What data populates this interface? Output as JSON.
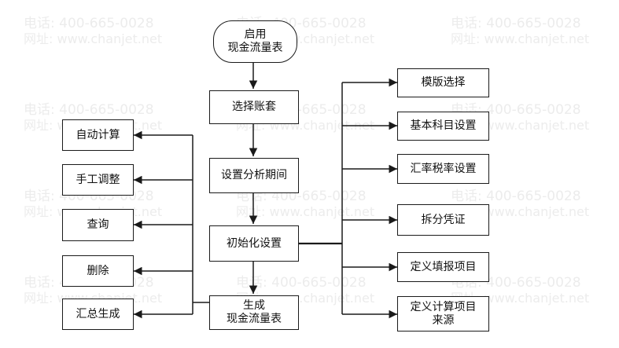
{
  "watermark": {
    "line1": "电话: 400-665-0028",
    "line2": "网址: www.chanjet.net"
  },
  "flow": {
    "start": {
      "line1": "启用",
      "line2": "现金流量表"
    },
    "choose_account": "选择账套",
    "set_period": "设置分析期间",
    "init_settings": "初始化设置",
    "generate": {
      "line1": "生成",
      "line2": "现金流量表"
    }
  },
  "left_options": [
    "自动计算",
    "手工调整",
    "查询",
    "删除",
    "汇总生成"
  ],
  "right_options": [
    {
      "line1": "模版选择",
      "line2": ""
    },
    {
      "line1": "基本科目设置",
      "line2": ""
    },
    {
      "line1": "汇率税率设置",
      "line2": ""
    },
    {
      "line1": "拆分凭证",
      "line2": ""
    },
    {
      "line1": "定义填报项目",
      "line2": ""
    },
    {
      "line1": "定义计算项目",
      "line2": "来源"
    }
  ],
  "colors": {
    "line": "#1a1a1a",
    "watermark": "#ececec"
  }
}
